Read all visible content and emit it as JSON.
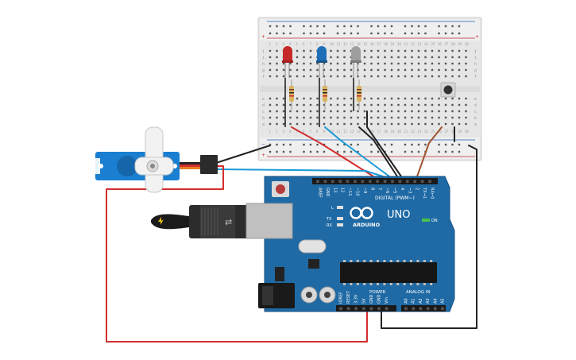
{
  "breadboard": {
    "columns": [
      "1",
      "2",
      "3",
      "4",
      "5",
      "6",
      "7",
      "8",
      "9",
      "10",
      "11",
      "12",
      "13",
      "14",
      "15",
      "16",
      "17",
      "18",
      "19",
      "20",
      "21",
      "22",
      "23",
      "24",
      "25",
      "26",
      "27",
      "28",
      "29",
      "30"
    ],
    "rows_top": [
      "j",
      "i",
      "h",
      "g",
      "f"
    ],
    "rows_bottom": [
      "e",
      "d",
      "c",
      "b",
      "a"
    ],
    "rail_plus": "+",
    "rail_minus": "−"
  },
  "components": {
    "leds": [
      {
        "name": "red",
        "color": "#c62828"
      },
      {
        "name": "blue",
        "color": "#1e6fb8"
      },
      {
        "name": "white",
        "color": "#9e9e9e"
      }
    ],
    "wire_colors": {
      "red": "#d32f2f",
      "blue": "#1a9ad6",
      "black": "#222222",
      "brown": "#a0522d"
    }
  },
  "arduino": {
    "brand": "ARDUINO",
    "model": "UNO",
    "on_label": "ON",
    "led_l": "L",
    "led_tx": "TX",
    "led_rx": "RX",
    "digital_label": "DIGITAL (PWM~)",
    "digital_pins": [
      "AREF",
      "GND",
      "13",
      "12",
      "~11",
      "~10",
      "~9",
      "8",
      "7",
      "~6",
      "~5",
      "4",
      "~3",
      "2",
      "TX→1",
      "RX←0"
    ],
    "power_label": "POWER",
    "power_pins": [
      "IOREF",
      "RESET",
      "3.3V",
      "5V",
      "GND",
      "GND",
      "Vin"
    ],
    "analog_label": "ANALOG IN",
    "analog_pins": [
      "A0",
      "A1",
      "A2",
      "A3",
      "A4",
      "A5"
    ]
  }
}
